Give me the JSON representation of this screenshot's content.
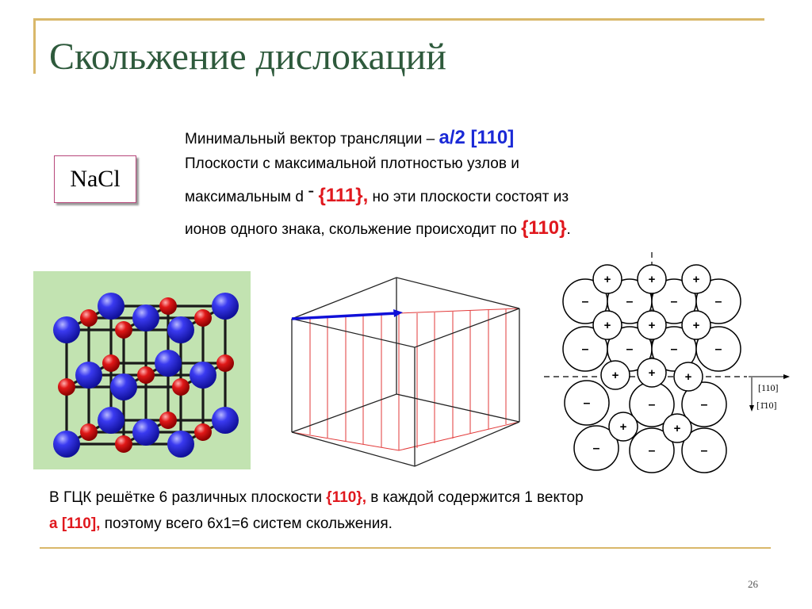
{
  "slide": {
    "title": "Скольжение дислокаций",
    "page_number": "26"
  },
  "crystal_label": "NaCl",
  "text_block": {
    "line1_prefix": "Минимальный вектор трансляции – ",
    "line1_vector": "a/2 [110]",
    "line2": "Плоскости с максимальной плотностью узлов и",
    "line3_prefix": "максимальным d  ",
    "line3_dash": "-",
    "line3_planes": "{111},",
    "line3_suffix": " но эти плоскости состоят из",
    "line4_prefix": "ионов одного знака, скольжение происходит по ",
    "line4_planes": "{110}",
    "line4_suffix": "."
  },
  "caption": {
    "line1_prefix": "В ГЦК решётке 6 различных плоскости ",
    "line1_planes": "{110},",
    "line1_suffix": " в каждой содержится 1 вектор",
    "line2_vector": "a [110],",
    "line2_suffix": " поэтому всего 6х1=6 систем скольжения."
  },
  "ion_diagram": {
    "label_direction": "[110]",
    "label_direction_bar": "[1̄10]",
    "plus_sign": "+",
    "minus_sign": "–"
  },
  "colors": {
    "title": "#2e5a3c",
    "accent_rule": "#d9b86a",
    "blue_highlight": "#1a29d6",
    "red_highlight": "#e0181e",
    "anion": "#2222dd",
    "cation": "#dd1111",
    "lattice_bg": "#c2e3b1"
  }
}
